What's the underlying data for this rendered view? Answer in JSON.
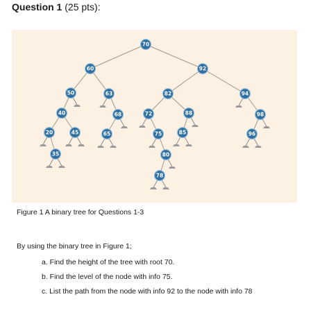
{
  "heading": {
    "question": "Question 1",
    "points": "(25 pts):"
  },
  "figure": {
    "caption": "Figure 1 A binary tree for Questions 1-3",
    "tree": [
      {
        "id": "70",
        "parent": null
      },
      {
        "id": "60",
        "parent": "70"
      },
      {
        "id": "92",
        "parent": "70"
      },
      {
        "id": "50",
        "parent": "60"
      },
      {
        "id": "63",
        "parent": "60"
      },
      {
        "id": "82",
        "parent": "92"
      },
      {
        "id": "94",
        "parent": "92"
      },
      {
        "id": "40",
        "parent": "50"
      },
      {
        "id": "68",
        "parent": "63"
      },
      {
        "id": "72",
        "parent": "82"
      },
      {
        "id": "88",
        "parent": "82"
      },
      {
        "id": "98",
        "parent": "94"
      },
      {
        "id": "20",
        "parent": "40"
      },
      {
        "id": "45",
        "parent": "40"
      },
      {
        "id": "65",
        "parent": "68"
      },
      {
        "id": "75",
        "parent": "72"
      },
      {
        "id": "85",
        "parent": "88"
      },
      {
        "id": "96",
        "parent": "98"
      },
      {
        "id": "35",
        "parent": "20"
      },
      {
        "id": "80",
        "parent": "75"
      },
      {
        "id": "78",
        "parent": "80"
      }
    ]
  },
  "instructions": "By using the binary tree in Figure 1;",
  "questions": [
    "a. Find the height of the tree with root 70.",
    "b. Find the level of the node with info 75.",
    "c. List the path from the node with info 92 to the node with info 78"
  ]
}
